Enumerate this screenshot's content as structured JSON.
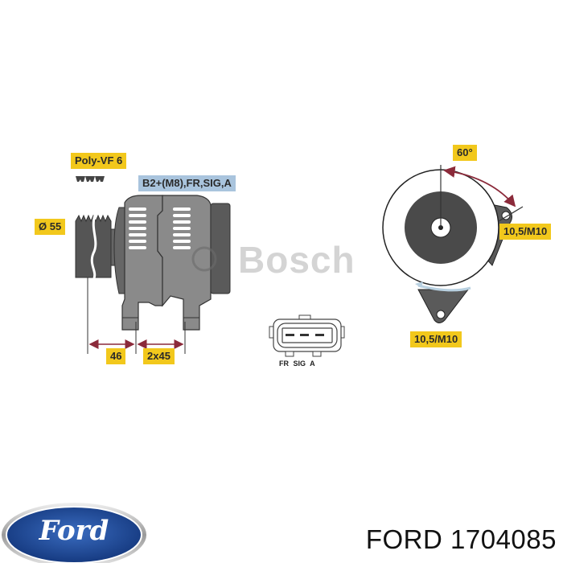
{
  "labels": {
    "belt_type": "Poly-VF 6",
    "terminals": "B2+(M8),FR,SIG,A",
    "pulley_diameter": "Ø 55",
    "dim_46": "46",
    "dim_2x45": "2x45",
    "angle": "60°",
    "mount_top": "10,5/M10",
    "mount_bottom": "10,5/M10"
  },
  "connector": {
    "pins": "FR SIG A"
  },
  "watermark": "Bosch",
  "footer": {
    "brand_logo_text": "Ford",
    "title": "FORD 1704085"
  },
  "colors": {
    "label_yellow": "#f2c81c",
    "label_blue": "#a9c4dd",
    "dimension_arrow": "#8b2a3a",
    "housing_gray": "#8a8a8a",
    "dark_gray": "#555555",
    "ford_blue": "#1a4a9a"
  }
}
